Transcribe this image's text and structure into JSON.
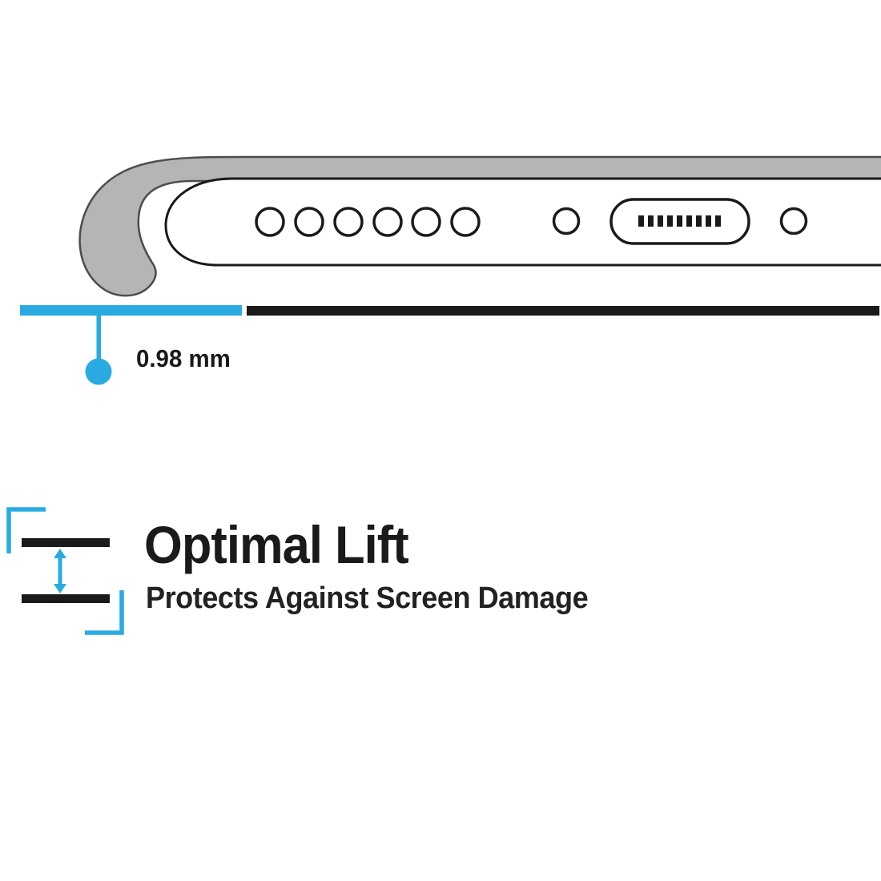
{
  "colors": {
    "accent_cyan": "#29ABE2",
    "ink_black": "#1A1A1A",
    "case_gray": "#B5B5B5",
    "case_outline": "#4D4D4D"
  },
  "diagram": {
    "measurement_label": "0.98 mm",
    "speaker_hole_count": 6,
    "elements": [
      "case-lip",
      "phone-body",
      "speaker-holes",
      "screw-hole-left",
      "charging-port",
      "screw-hole-right",
      "ground-line",
      "lift-callout"
    ]
  },
  "feature": {
    "title": "Optimal Lift",
    "subtitle": "Protects Against Screen Damage"
  }
}
